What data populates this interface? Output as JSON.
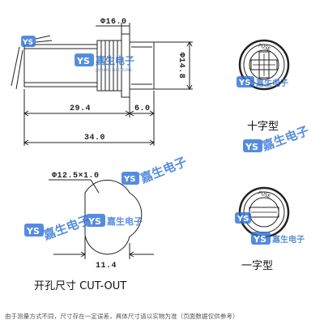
{
  "dimensions": {
    "phi16": "Φ16.0",
    "phi14_8": "Φ14.8",
    "len29_4": "29.4",
    "len6_0": "6.0",
    "len34_0": "34.0",
    "hole": "Φ12.5×1.0",
    "len11_4": "11.4"
  },
  "captions": {
    "cross": "十字型",
    "slot": "一字型",
    "cutout": "开孔尺寸 CUT-OUT"
  },
  "cap_text": "FUSE",
  "note": "由于测量方式不同，尺寸存在一定误差，具体尺寸请以实物为准（页面数据仅供参考）",
  "watermark": {
    "logo": "YS",
    "brand": "嘉生电子",
    "sub": "JIASHENG ELECTRONIC",
    "color": "#2a6fd6"
  }
}
